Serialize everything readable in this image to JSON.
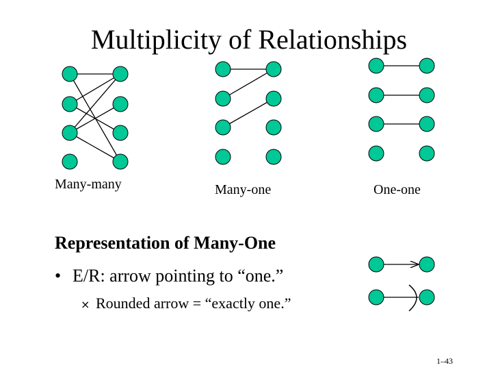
{
  "title": "Multiplicity of Relationships",
  "captions": {
    "many_many": "Many-many",
    "many_one": "Many-one",
    "one_one": "One-one"
  },
  "heading": "Representation of Many-One",
  "bullet": {
    "marker": "•",
    "text": "E/R: arrow pointing to “one.”"
  },
  "sub_bullet": {
    "marker": "×",
    "text": "Rounded arrow = “exactly one.”"
  },
  "page_number": "1–43",
  "colors": {
    "node_fill": "#00c896",
    "node_stroke": "#000000",
    "line": "#000000"
  }
}
